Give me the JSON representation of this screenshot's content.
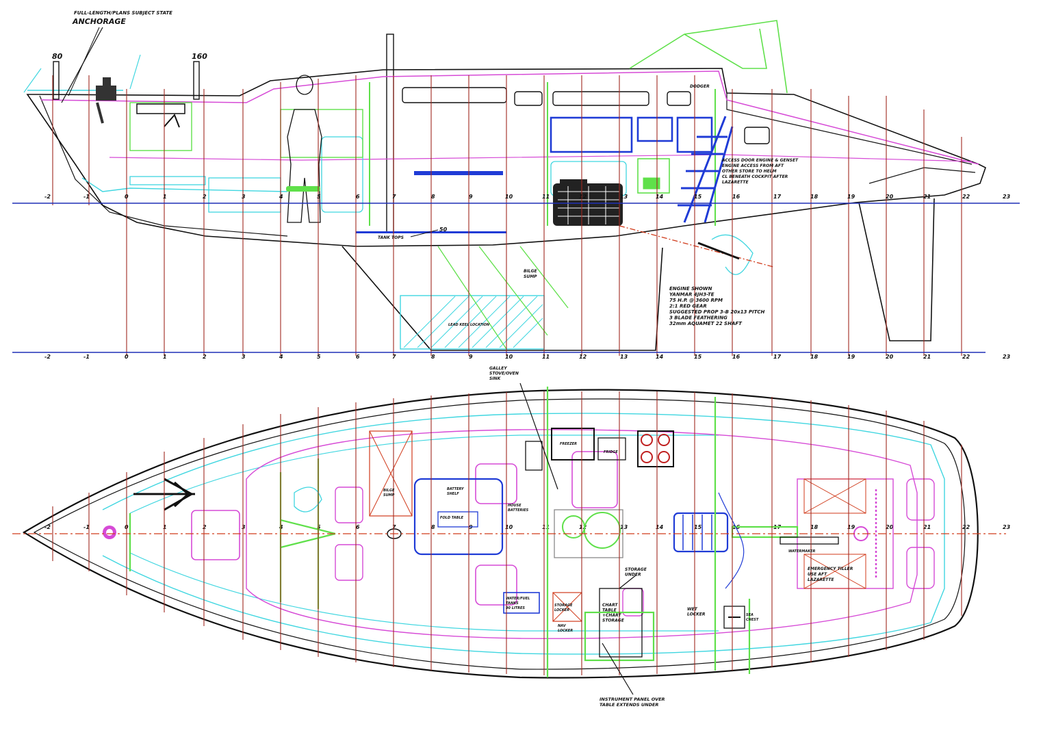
{
  "drawing": {
    "title_small": "FULL-LENGTH/PLANS SUBJECT STATE",
    "anchorage_label": "ANCHORAGE",
    "rig_marks": [
      "80",
      "160"
    ],
    "tank_tops_label": "TANK TOPS",
    "tank_tops_value": "50",
    "bilge_sump_label": "BILGE\nSUMP",
    "keel_label": "LEAD KEEL LOCATION",
    "dodger_label": "DODGER",
    "engine_access_note": "ACCESS DOOR ENGINE & GENSET\nENGINE ACCESS FROM AFT\nOTHER STORE TO HELM\nCL BENEATH COCKPIT AFTER\nLAZARETTE",
    "engine_note": "ENGINE SHOWN\nYANMAR 4JH3-TE\n75 H.P. @ 3600 RPM\n2:1 RED GEAR\nSUGGESTED PROP 3-B 20x13 PITCH\n3 BLADE FEATHERING\n32mm AQUAMET 22 SHAFT",
    "galley_label": "GALLEY\nSTOVE/OVEN\nSINK",
    "freezer_label": "FREEZER",
    "fridge_label": "FRIDGE",
    "battery_label": "BATTERY\nSHELF",
    "house_batteries_label": "HOUSE\nBATTERIES",
    "bilge_sump_plan_label": "BILGE\nSUMP",
    "table_label": "FOLD TABLE",
    "watermaker_label": "WATERMAKER",
    "emergency_tiller_label": "EMERGENCY TILLER\nUSE AFT\nLAZARETTE",
    "storage_under_label": "STORAGE\nUNDER",
    "wet_locker_label": "WET\nLOCKER",
    "chart_table_label": "CHART\nTABLE\n+CHART\nSTORAGE",
    "storage_locker_label": "STORAGE\nLOCKER",
    "fuel_label": "WATER/FUEL\nTANKS\n90 LITRES",
    "nav_label": "NAV\nLOCKER",
    "instrument_note": "INSTRUMENT PANEL OVER\nTABLE EXTENDS UNDER",
    "sea_chest_label": "SEA\nCHEST",
    "station_ticks": [
      "-2",
      "-1",
      "0",
      "1",
      "2",
      "3",
      "4",
      "5",
      "6",
      "7",
      "8",
      "9",
      "10",
      "11",
      "12",
      "13",
      "14",
      "15",
      "16",
      "17",
      "18",
      "19",
      "20",
      "21",
      "22",
      "23"
    ]
  },
  "colors": {
    "profile_line": "#111111",
    "station_line": "#a0281e",
    "waterline": "#1f2fb5",
    "green": "#5fe04a",
    "cyan": "#3fd6e0",
    "magenta": "#d64ad6",
    "blue": "#1f3bd6",
    "red_centerline": "#d03a1a"
  }
}
